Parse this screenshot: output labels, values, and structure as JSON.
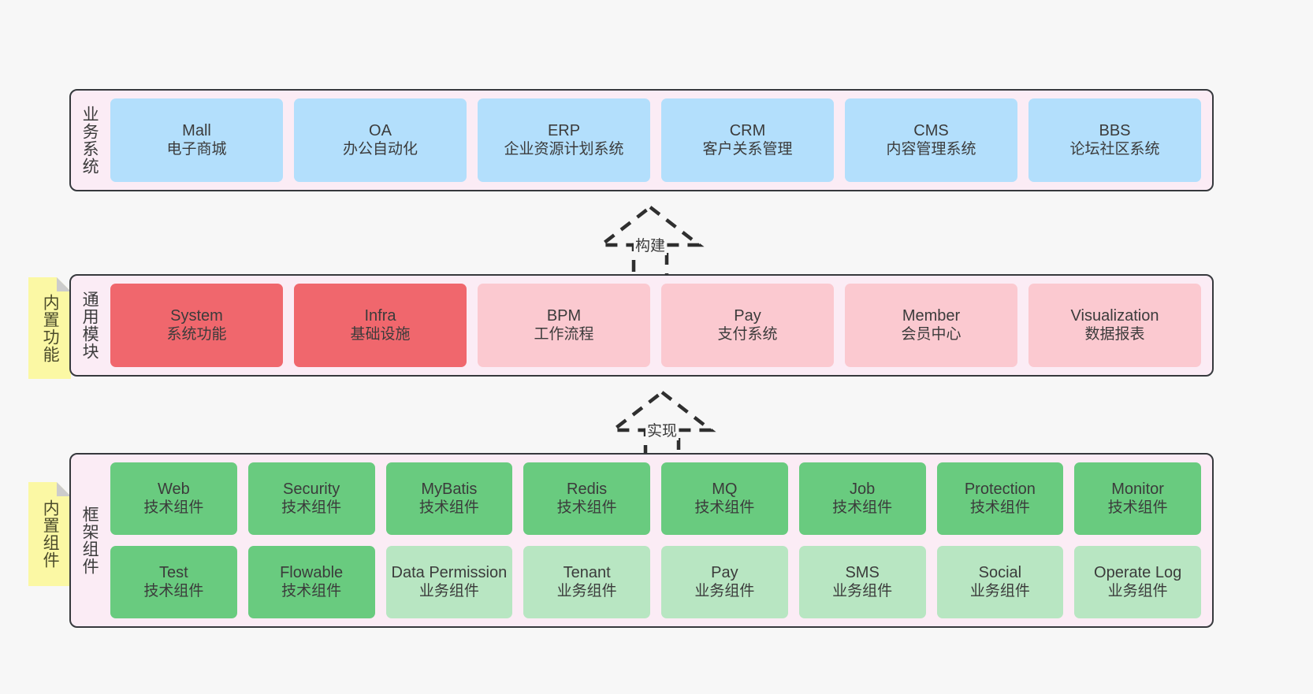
{
  "diagram": {
    "title_layers": [
      "业务系统",
      "通用模块",
      "框架组件"
    ],
    "notes": [
      {
        "label": "内置功能"
      },
      {
        "label": "内置组件"
      }
    ],
    "connectors": [
      {
        "label": "构建",
        "style": "dashed-generalization"
      },
      {
        "label": "实现",
        "style": "dashed-generalization"
      }
    ],
    "layers": [
      {
        "name": "business-systems",
        "title": "业务系统",
        "band_color": "#fbecf5",
        "rows": [
          [
            {
              "en": "Mall",
              "cn": "电子商城",
              "color": "blue"
            },
            {
              "en": "OA",
              "cn": "办公自动化",
              "color": "blue"
            },
            {
              "en": "ERP",
              "cn": "企业资源计划系统",
              "color": "blue"
            },
            {
              "en": "CRM",
              "cn": "客户关系管理",
              "color": "blue"
            },
            {
              "en": "CMS",
              "cn": "内容管理系统",
              "color": "blue"
            },
            {
              "en": "BBS",
              "cn": "论坛社区系统",
              "color": "blue"
            }
          ]
        ]
      },
      {
        "name": "common-modules",
        "title": "通用模块",
        "band_color": "#fbecf5",
        "rows": [
          [
            {
              "en": "System",
              "cn": "系统功能",
              "color": "red"
            },
            {
              "en": "Infra",
              "cn": "基础设施",
              "color": "red"
            },
            {
              "en": "BPM",
              "cn": "工作流程",
              "color": "pink"
            },
            {
              "en": "Pay",
              "cn": "支付系统",
              "color": "pink"
            },
            {
              "en": "Member",
              "cn": "会员中心",
              "color": "pink"
            },
            {
              "en": "Visualization",
              "cn": "数据报表",
              "color": "pink"
            }
          ]
        ]
      },
      {
        "name": "framework-components",
        "title": "框架组件",
        "band_color": "#fbecf5",
        "rows": [
          [
            {
              "en": "Web",
              "cn": "技术组件",
              "color": "green"
            },
            {
              "en": "Security",
              "cn": "技术组件",
              "color": "green"
            },
            {
              "en": "MyBatis",
              "cn": "技术组件",
              "color": "green"
            },
            {
              "en": "Redis",
              "cn": "技术组件",
              "color": "green"
            },
            {
              "en": "MQ",
              "cn": "技术组件",
              "color": "green"
            },
            {
              "en": "Job",
              "cn": "技术组件",
              "color": "green"
            },
            {
              "en": "Protection",
              "cn": "技术组件",
              "color": "green"
            },
            {
              "en": "Monitor",
              "cn": "技术组件",
              "color": "green"
            }
          ],
          [
            {
              "en": "Test",
              "cn": "技术组件",
              "color": "green"
            },
            {
              "en": "Flowable",
              "cn": "技术组件",
              "color": "green"
            },
            {
              "en": "Data Permission",
              "cn": "业务组件",
              "color": "mint"
            },
            {
              "en": "Tenant",
              "cn": "业务组件",
              "color": "mint"
            },
            {
              "en": "Pay",
              "cn": "业务组件",
              "color": "mint"
            },
            {
              "en": "SMS",
              "cn": "业务组件",
              "color": "mint"
            },
            {
              "en": "Social",
              "cn": "业务组件",
              "color": "mint"
            },
            {
              "en": "Operate Log",
              "cn": "业务组件",
              "color": "mint"
            }
          ]
        ]
      }
    ],
    "colors": {
      "background": "#f7f7f7",
      "band_fill": "#fbecf5",
      "band_border": "#36393d",
      "blue": "#b3dffc",
      "red": "#f0676d",
      "pink": "#fbc9d0",
      "green": "#69cb7f",
      "mint": "#b8e6c2",
      "note_fill": "#fbf8a4",
      "note_fold": "#cccccc",
      "arrow": "#2f2f2f"
    }
  }
}
